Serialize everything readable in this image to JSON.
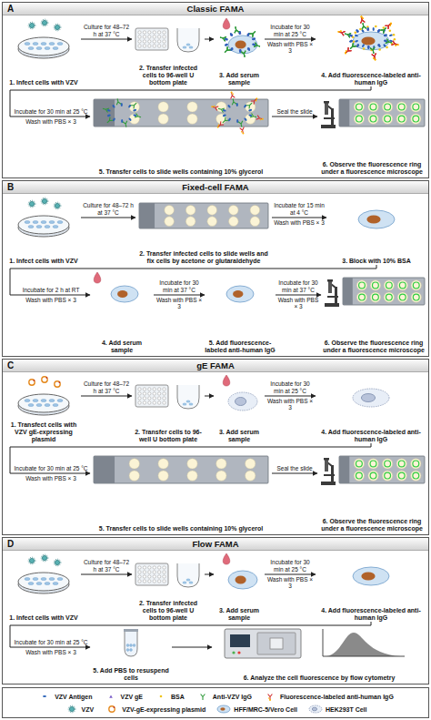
{
  "diagram": {
    "nodes": [
      {
        "text": [
          "Classic FAMA"
        ]
      },
      {
        "text": [
          "1. Infect cells with VZV"
        ],
        "in": 0
      },
      {
        "text": [
          "2. Transfer infected cells to 96-well U bottom plate"
        ],
        "in": 0
      },
      {
        "text": [
          "3. Add serum sample"
        ],
        "in": 0
      },
      {
        "text": [
          "4. Add fluorescence-labeled anti-human IgG"
        ],
        "in": 0
      },
      {
        "text": [
          "5. Transfer cells to slide wells containing 10% glycerol"
        ],
        "in": 0
      },
      {
        "text": [
          "6. Observe the fluorescence ring under a fluorescence microscope"
        ],
        "in": 0
      },
      {
        "text": [
          "Fixed-cell FAMA"
        ]
      },
      {
        "text": [
          "1. Infect cells with VZV"
        ],
        "in": 7
      },
      {
        "text": [
          "2. Transfer infected cells to slide wells and fix cells by acetone or glutaraldehyde"
        ],
        "in": 7
      },
      {
        "text": [
          "3. Block with 10% BSA"
        ],
        "in": 7
      },
      {
        "text": [
          "4. Add serum sample"
        ],
        "in": 7
      },
      {
        "text": [
          "5. Add fluorescence-labeled anti-human IgG"
        ],
        "in": 7
      },
      {
        "text": [
          "6. Observe the fluorescence ring under a fluorescence microscope"
        ],
        "in": 7
      },
      {
        "text": [
          "gE FAMA"
        ]
      },
      {
        "text": [
          "1. Transfect cells with VZV gE-expressing plasmid"
        ],
        "in": 14
      },
      {
        "text": [
          "2. Transfer cells to 96-well U bottom plate"
        ],
        "in": 14
      },
      {
        "text": [
          "3. Add serum sample"
        ],
        "in": 14
      },
      {
        "text": [
          "4. Add fluorescence-labeled anti-human IgG"
        ],
        "in": 14
      },
      {
        "text": [
          "5. Transfer cells to slide wells containing 10% glycerol"
        ],
        "in": 14
      },
      {
        "text": [
          "6. Observe the fluorescence ring under a fluorescence microscope"
        ],
        "in": 14
      },
      {
        "text": [
          "Flow FAMA"
        ]
      },
      {
        "text": [
          "1. Infect cells with VZV"
        ],
        "in": 21
      },
      {
        "text": [
          "2. Transfer infected cells to 96-well U bottom plate"
        ],
        "in": 21
      },
      {
        "text": [
          "3. Add serum sample"
        ],
        "in": 21
      },
      {
        "text": [
          "4. Add fluorescence-labeled anti-human IgG"
        ],
        "in": 21
      },
      {
        "text": [
          "5. Add PBS to resuspend cells"
        ],
        "in": 21
      },
      {
        "text": [
          "6. Analyze the cell fluorescence by flow cytometry"
        ],
        "in": 21
      }
    ],
    "edges": [
      {
        "from": 1,
        "to": 2,
        "arrow": "to",
        "label": "Culture for 48–72 h at 37 °C"
      },
      {
        "from": 2,
        "to": 3,
        "arrow": "to"
      },
      {
        "from": 3,
        "to": 4,
        "arrow": "to",
        "label": "Incubate for 30 min at 25 °C"
      },
      {
        "from": 4,
        "to": 5,
        "arrow": "to",
        "label": "Incubate for 30 min at 25 °C"
      },
      {
        "from": 5,
        "to": 6,
        "arrow": "to",
        "label": "Seal the slide"
      },
      {
        "from": 8,
        "to": 9,
        "arrow": "to",
        "label": "Culture for 48–72 h at 37 °C"
      },
      {
        "from": 9,
        "to": 10,
        "arrow": "to",
        "label": "Incubate for 15 min at 4 °C"
      },
      {
        "from": 10,
        "to": 11,
        "arrow": "to",
        "label": "Incubate for 2 h at RT"
      },
      {
        "from": 11,
        "to": 12,
        "arrow": "to",
        "label": "Incubate for 30 min at 37 °C"
      },
      {
        "from": 12,
        "to": 13,
        "arrow": "to",
        "label": "Incubate for 30 min at 37 °C"
      },
      {
        "from": 15,
        "to": 16,
        "arrow": "to",
        "label": "Culture for 48–72 h at 37 °C"
      },
      {
        "from": 16,
        "to": 17,
        "arrow": "to"
      },
      {
        "from": 17,
        "to": 18,
        "arrow": "to",
        "label": "Incubate for 30 min at 25 °C"
      },
      {
        "from": 18,
        "to": 19,
        "arrow": "to",
        "label": "Incubate for 30 min at 25 °C"
      },
      {
        "from": 19,
        "to": 20,
        "arrow": "to",
        "label": "Seal the slide"
      },
      {
        "from": 22,
        "to": 23,
        "arrow": "to",
        "label": "Culture for 48–72 h at 37 °C"
      },
      {
        "from": 23,
        "to": 24,
        "arrow": "to"
      },
      {
        "from": 24,
        "to": 25,
        "arrow": "to",
        "label": "Incubate for 30 min at 25 °C"
      },
      {
        "from": 25,
        "to": 26,
        "arrow": "to",
        "label": "Incubate for 30 min at 25 °C"
      },
      {
        "from": 26,
        "to": 27,
        "arrow": "to"
      }
    ],
    "labels": [
      "A",
      "Wash with PBS × 3",
      "Wash with PBS × 3",
      "B",
      "Wash with PBS × 3",
      "Wash with PBS × 3",
      "Wash with PBS × 3",
      "Wash with PBS × 3",
      "C",
      "Wash with PBS × 3",
      "Wash with PBS × 3",
      "D",
      "Wash with PBS × 3",
      "Wash with PBS × 3"
    ],
    "legend": [
      {
        "text": "VZV Antigen"
      },
      {
        "text": "VZV gE"
      },
      {
        "text": "BSA"
      },
      {
        "text": "Anti-VZV IgG"
      },
      {
        "text": "Fluorescence-labeled anti-human IgG"
      },
      {
        "text": "VZV"
      },
      {
        "text": "VZV-gE-expressing plasmid"
      },
      {
        "text": "HFF/MRC-5/Vero Cell"
      },
      {
        "text": "HEK293T Cell"
      }
    ]
  }
}
